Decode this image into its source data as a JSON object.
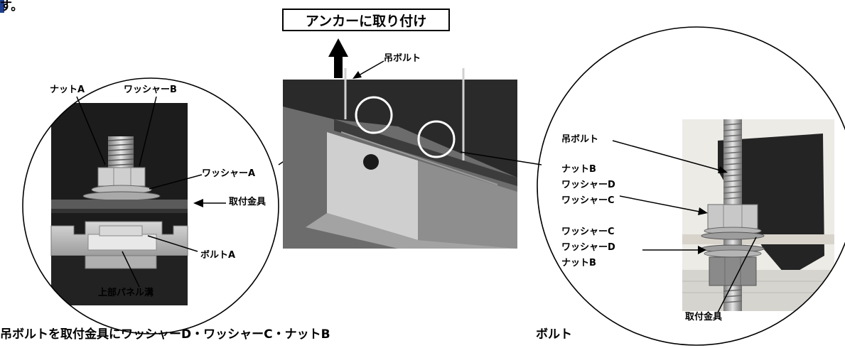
{
  "top_fragment": "す。",
  "title_box": "アンカーに取り付け",
  "left_detail": {
    "labels": {
      "nut_a": "ナットA",
      "washer_b": "ワッシャーB",
      "washer_a": "ワッシャーA",
      "fitting": "取付金具",
      "bolt_a": "ボルトA",
      "upper_panel_groove": "上部パネル溝"
    }
  },
  "center_photo": {
    "suspension_bolt_label": "吊ボルト"
  },
  "right_detail": {
    "labels": {
      "suspension_bolt": "吊ボルト",
      "nut_b_top": "ナットB",
      "washer_d_top": "ワッシャーD",
      "washer_c_top": "ワッシャーC",
      "washer_c_bottom": "ワッシャーC",
      "washer_d_bottom": "ワッシャーD",
      "nut_b_bottom": "ナットB",
      "fitting": "取付金具"
    }
  },
  "bottom_text_left": "吊ボルトを取付金具にワッシャーD・ワッシャーC・ナットB",
  "bottom_text_right": "ボルト",
  "colors": {
    "accent_blue": "#1f3f8f",
    "photo_dark": "#2b2b2b",
    "metal": "#b9b9b9"
  }
}
